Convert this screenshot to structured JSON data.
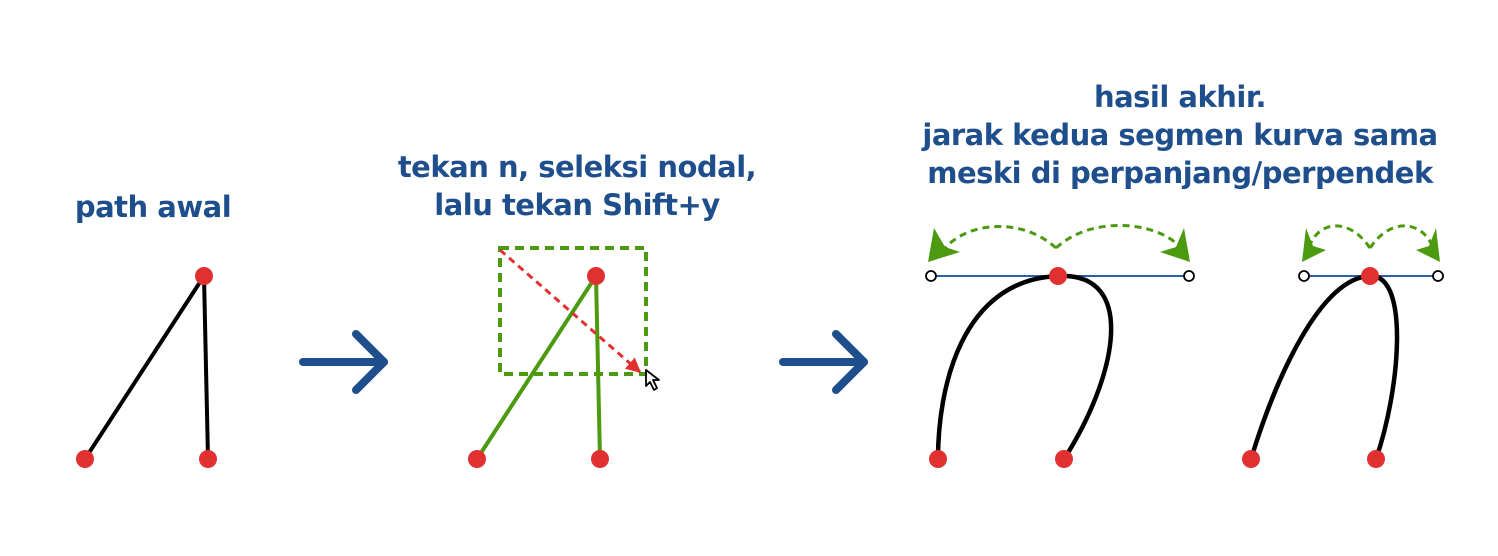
{
  "panels": [
    {
      "caption_lines": [
        "path awal"
      ]
    },
    {
      "caption_lines": [
        "tekan n, seleksi nodal,",
        "lalu tekan Shift+y"
      ]
    },
    {
      "caption_lines": [
        "hasil akhir.",
        "jarak kedua segmen kurva sama",
        "meski di perpanjang/perpendek"
      ]
    }
  ],
  "colors": {
    "text": "#1f4e8c",
    "node": "#e03030",
    "path": "#000000",
    "selected_path": "#4c9a10",
    "selection_box": "#4c9a10",
    "drag_arrow": "#e03030",
    "handle_line": "#2a5fa5",
    "flow_arrow": "#1f4e8c",
    "equal_distance_arrow": "#4c9a10"
  },
  "icons": [
    "right-arrow-icon",
    "mouse-cursor-icon",
    "curved-arrow-icon"
  ]
}
